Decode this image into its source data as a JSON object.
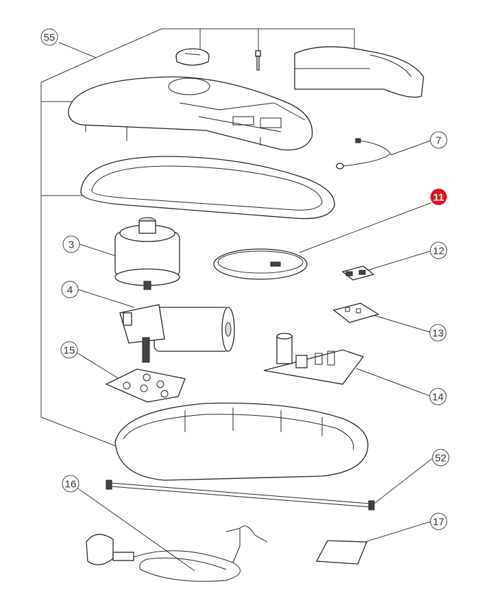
{
  "diagram": {
    "callouts": [
      {
        "id": "55",
        "label": "55",
        "highlighted": false
      },
      {
        "id": "7",
        "label": "7",
        "highlighted": false
      },
      {
        "id": "11",
        "label": "11",
        "highlighted": true
      },
      {
        "id": "3",
        "label": "3",
        "highlighted": false
      },
      {
        "id": "12",
        "label": "12",
        "highlighted": false
      },
      {
        "id": "4",
        "label": "4",
        "highlighted": false
      },
      {
        "id": "13",
        "label": "13",
        "highlighted": false
      },
      {
        "id": "15",
        "label": "15",
        "highlighted": false
      },
      {
        "id": "14",
        "label": "14",
        "highlighted": false
      },
      {
        "id": "52",
        "label": "52",
        "highlighted": false
      },
      {
        "id": "16",
        "label": "16",
        "highlighted": false
      },
      {
        "id": "17",
        "label": "17",
        "highlighted": false
      }
    ],
    "colors": {
      "highlight": "#e3101c",
      "line": "#222222",
      "background": "#ffffff"
    }
  }
}
